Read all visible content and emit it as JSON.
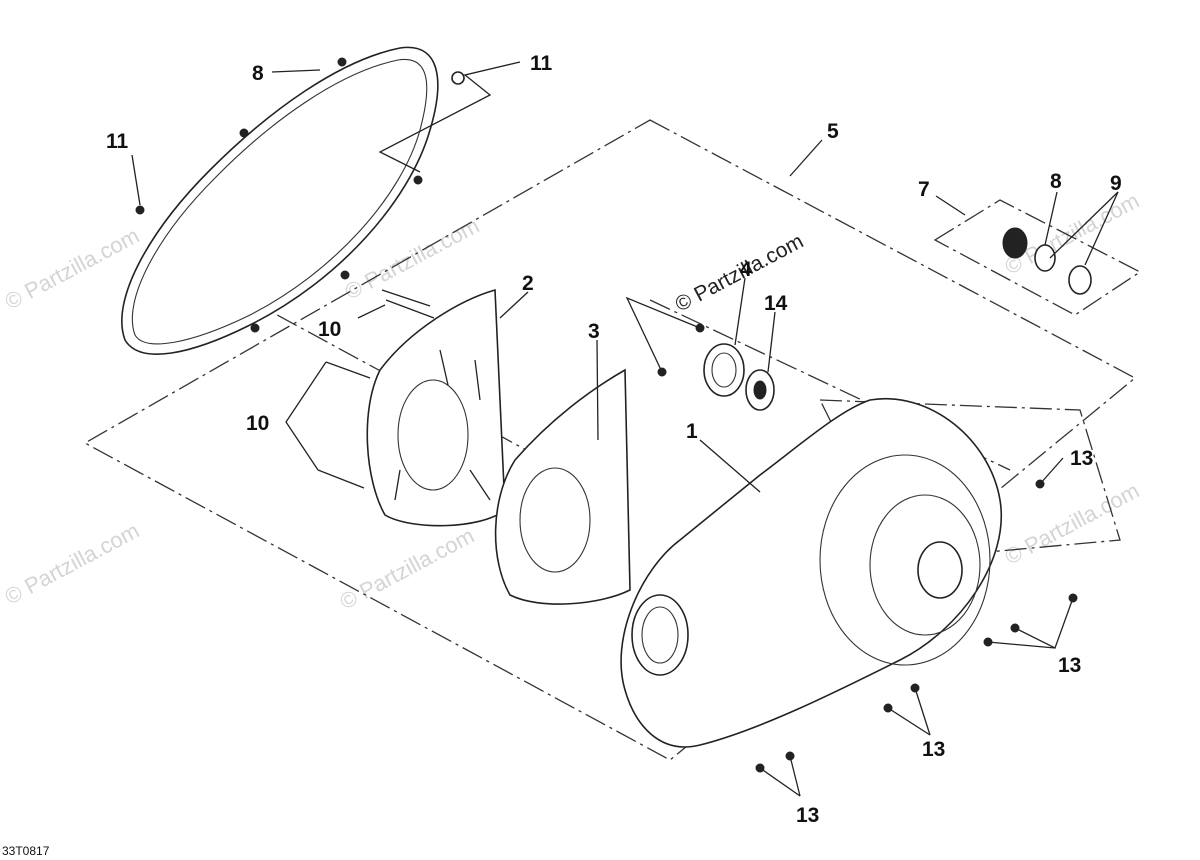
{
  "diagram": {
    "callouts": [
      {
        "id": "c8a",
        "text": "8"
      },
      {
        "id": "c11a",
        "text": "11"
      },
      {
        "id": "c11b",
        "text": "11"
      },
      {
        "id": "c5",
        "text": "5"
      },
      {
        "id": "c7",
        "text": "7"
      },
      {
        "id": "c8b",
        "text": "8"
      },
      {
        "id": "c9",
        "text": "9"
      },
      {
        "id": "c2",
        "text": "2"
      },
      {
        "id": "c4",
        "text": "4"
      },
      {
        "id": "c14",
        "text": "14"
      },
      {
        "id": "c3",
        "text": "3"
      },
      {
        "id": "c10a",
        "text": "10"
      },
      {
        "id": "c10b",
        "text": "10"
      },
      {
        "id": "c1",
        "text": "1"
      },
      {
        "id": "c13a",
        "text": "13"
      },
      {
        "id": "c13b",
        "text": "13"
      },
      {
        "id": "c13c",
        "text": "13"
      },
      {
        "id": "c13d",
        "text": "13"
      }
    ],
    "diagram_code": "33T0817",
    "watermark_main": "© Partzilla.com",
    "watermark_faint": "© Partzilla.com"
  }
}
